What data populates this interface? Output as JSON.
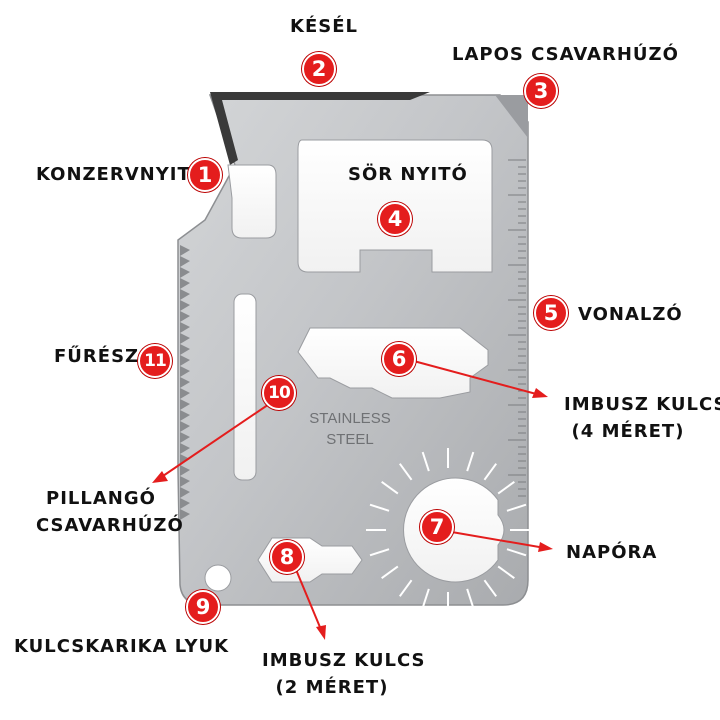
{
  "colors": {
    "accent_red": "#e41d1d",
    "steel": "#bfc1c4",
    "text": "#111111"
  },
  "card": {
    "stamp_line1": "STAINLESS",
    "stamp_line2": "STEEL"
  },
  "features": [
    {
      "number": "1",
      "label": "KONZERVNYITÓ"
    },
    {
      "number": "2",
      "label": "KÉSÉL"
    },
    {
      "number": "3",
      "label": "LAPOS CSAVARHÚZÓ"
    },
    {
      "number": "4",
      "label": "SÖR NYITÓ"
    },
    {
      "number": "5",
      "label": "VONALZÓ"
    },
    {
      "number": "6",
      "label_line1": "IMBUSZ KULCS",
      "label_line2": "(4 MÉRET)"
    },
    {
      "number": "7",
      "label": "NAPÓRA"
    },
    {
      "number": "8",
      "label_line1": "IMBUSZ KULCS",
      "label_line2": "(2 MÉRET)"
    },
    {
      "number": "9",
      "label": "KULCSKARIKA LYUK"
    },
    {
      "number": "10",
      "label_line1": "PILLANGÓ",
      "label_line2": "CSAVARHÚZÓ"
    },
    {
      "number": "11",
      "label": "FŰRÉSZ"
    }
  ]
}
